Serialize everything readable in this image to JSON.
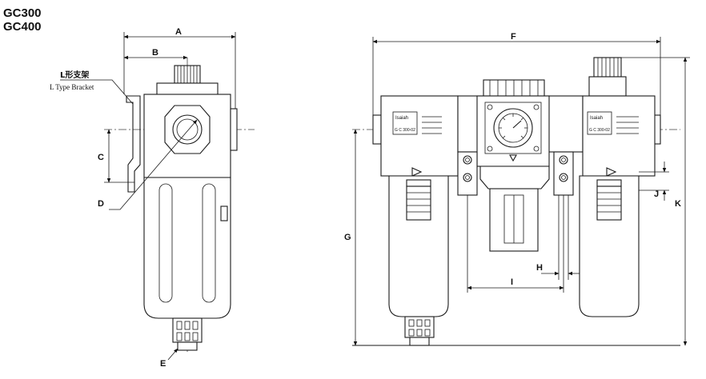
{
  "models": [
    "GC300",
    "GC400"
  ],
  "bracket": {
    "label_cn": "L形支架",
    "label_en": "L Type Bracket"
  },
  "dimension_labels": {
    "A": "A",
    "B": "B",
    "C": "C",
    "D": "D",
    "E": "E",
    "F": "F",
    "G": "G",
    "H": "H",
    "I": "I",
    "J": "J",
    "K": "K"
  },
  "unit_labels": {
    "filter": {
      "brand": "Isaiah",
      "model": "G C 300-02"
    },
    "lubricator": {
      "brand": "Isaiah",
      "model": "G C 300-02"
    }
  }
}
